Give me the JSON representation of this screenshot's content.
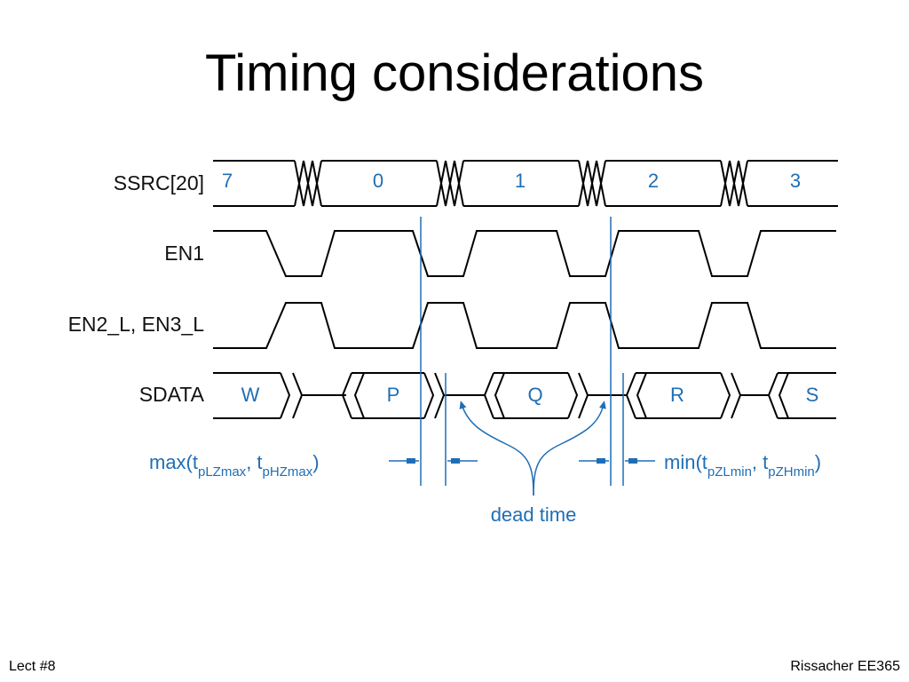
{
  "slide": {
    "title": "Timing considerations",
    "footer_left": "Lect #8",
    "footer_right": "Rissacher EE365"
  },
  "diagram": {
    "signals": [
      {
        "label": "SSRC[20]"
      },
      {
        "label": "EN1"
      },
      {
        "label": "EN2_L, EN3_L"
      },
      {
        "label": "SDATA"
      }
    ],
    "ssrc_values": [
      "7",
      "0",
      "1",
      "2",
      "3"
    ],
    "sdata_values": [
      "W",
      "P",
      "Q",
      "R",
      "S"
    ],
    "annotations": {
      "left_pre": "max(t",
      "left_sub1": "pLZmax",
      "left_mid": ", t",
      "left_sub2": "pHZmax",
      "left_post": ")",
      "right_pre": "min(t",
      "right_sub1": "pZLmin",
      "right_mid": ", t",
      "right_sub2": "pZHmin",
      "right_post": ")",
      "dead_time": "dead time"
    },
    "colors": {
      "signal": "#000000",
      "accent": "#1f6eb5"
    }
  }
}
